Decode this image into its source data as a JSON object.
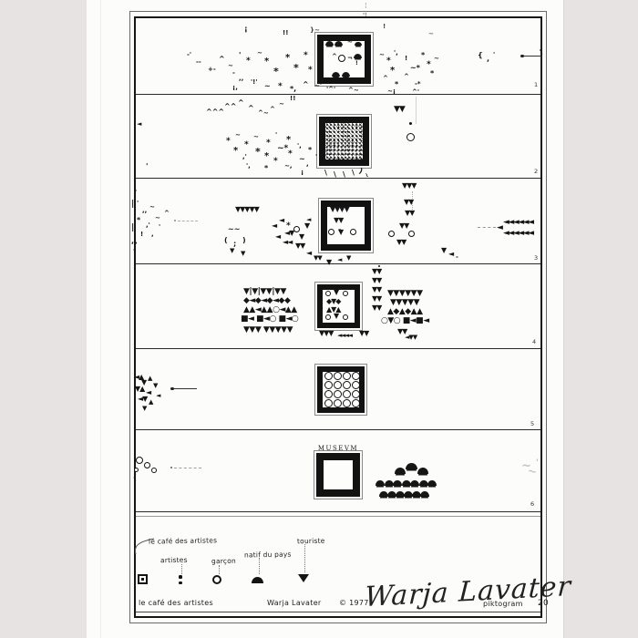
{
  "artwork": {
    "museum_label": "MUSEVM",
    "panels": [
      {
        "number": "1"
      },
      {
        "number": "2"
      },
      {
        "number": "3"
      },
      {
        "number": "4"
      },
      {
        "number": "5"
      },
      {
        "number": "6"
      }
    ],
    "legend": {
      "title": "le café des artistes",
      "title_symbol": "framed-square",
      "items": [
        {
          "label": "artistes",
          "symbol": "two-dots"
        },
        {
          "label": "garçon",
          "symbol": "circle"
        },
        {
          "label": "natif du pays",
          "symbol": "dome"
        },
        {
          "label": "touriste",
          "symbol": "triangle-down"
        }
      ]
    },
    "caption": {
      "left": "le café des artistes",
      "center": "Warja Lavater",
      "copyright": "© 1977",
      "signature": "Warja Lavater",
      "type_label": "piktogram",
      "page_number": "20"
    },
    "colors": {
      "ink": "#161616",
      "paper": "#fcfcfa",
      "surround": "#e6e3e2"
    }
  },
  "marks": {
    "panel1": [
      [
        398,
        14,
        "'¦",
        7,
        0,
        0.7
      ],
      [
        400,
        3,
        "¦",
        7,
        0,
        0.4
      ],
      [
        420,
        26,
        "!",
        7,
        0,
        0.8
      ],
      [
        268,
        28,
        "¡",
        8
      ],
      [
        310,
        33,
        "!!",
        7
      ],
      [
        340,
        30,
        "}~",
        7,
        0,
        0.8
      ],
      [
        470,
        34,
        "~",
        7,
        0,
        0.7
      ],
      [
        205,
        57,
        "-'",
        7
      ],
      [
        215,
        65,
        "--",
        7
      ],
      [
        228,
        73,
        "+-",
        7
      ],
      [
        240,
        61,
        "^",
        8
      ],
      [
        250,
        69,
        "~",
        7
      ],
      [
        262,
        57,
        "'",
        8
      ],
      [
        255,
        77,
        "-",
        7
      ],
      [
        270,
        63,
        "*",
        9
      ],
      [
        282,
        55,
        "~",
        7
      ],
      [
        290,
        63,
        "*",
        10
      ],
      [
        300,
        73,
        "*",
        11
      ],
      [
        313,
        59,
        "*",
        10
      ],
      [
        322,
        69,
        "*",
        11
      ],
      [
        333,
        57,
        "*",
        9
      ],
      [
        338,
        73,
        "*",
        9
      ],
      [
        262,
        83,
        ",,",
        7
      ],
      [
        275,
        87,
        "'!'",
        7
      ],
      [
        290,
        91,
        "~",
        8
      ],
      [
        305,
        91,
        "*",
        9
      ],
      [
        318,
        94,
        "*,",
        8
      ],
      [
        332,
        89,
        "^",
        8
      ],
      [
        345,
        91,
        "~'",
        7
      ],
      [
        255,
        93,
        "¡,",
        7
      ],
      [
        358,
        95,
        "'^'",
        7
      ],
      [
        382,
        96,
        "^~",
        7
      ],
      [
        416,
        57,
        "~",
        7
      ],
      [
        424,
        63,
        "*",
        9
      ],
      [
        432,
        55,
        "',",
        7
      ],
      [
        428,
        73,
        "*",
        10
      ],
      [
        420,
        83,
        "^",
        7
      ],
      [
        433,
        89,
        "*",
        8
      ],
      [
        444,
        61,
        "!",
        7
      ],
      [
        450,
        71,
        "~*",
        8
      ],
      [
        443,
        81,
        "^",
        7
      ],
      [
        455,
        89,
        "-*",
        7
      ],
      [
        462,
        57,
        "*",
        8
      ],
      [
        468,
        67,
        "*",
        9
      ],
      [
        476,
        61,
        "~",
        7
      ],
      [
        472,
        77,
        "*",
        8
      ],
      [
        452,
        98,
        "^'",
        7
      ],
      [
        425,
        97,
        "~¡",
        7
      ],
      [
        524,
        57,
        "{",
        8
      ],
      [
        534,
        61,
        ",",
        8
      ],
      [
        541,
        57,
        "'",
        7
      ],
      [
        574,
        61,
        "@dotline:20"
      ],
      [
        592,
        55,
        ")",
        9,
        -12,
        0.85
      ],
      [
        357,
        45,
        "@dome:9"
      ],
      [
        367,
        45,
        "@dome:9"
      ],
      [
        381,
        43,
        "~'",
        7
      ],
      [
        389,
        46,
        "@dome:8"
      ],
      [
        364,
        59,
        "^",
        7
      ],
      [
        371,
        60,
        "@ring:8"
      ],
      [
        381,
        61,
        "¬",
        7
      ],
      [
        388,
        59,
        "@dome:9"
      ],
      [
        390,
        67,
        "!",
        6
      ],
      [
        364,
        79,
        "@dome:9"
      ],
      [
        375,
        79,
        "@dome:9"
      ]
    ],
    "panel2": [
      [
        226,
        119,
        "^^^",
        8
      ],
      [
        246,
        113,
        "^^",
        8
      ],
      [
        261,
        109,
        "^",
        8
      ],
      [
        318,
        105,
        "!!",
        7
      ],
      [
        272,
        115,
        "^",
        8
      ],
      [
        283,
        121,
        "^~",
        7
      ],
      [
        296,
        117,
        "^",
        7
      ],
      [
        306,
        111,
        "~",
        7
      ],
      [
        150,
        133,
        "◄",
        7
      ],
      [
        160,
        179,
        "'",
        8
      ],
      [
        248,
        151,
        "*",
        9
      ],
      [
        258,
        145,
        "~",
        7
      ],
      [
        256,
        161,
        "*",
        10
      ],
      [
        268,
        155,
        "*",
        9
      ],
      [
        266,
        169,
        ",'",
        7
      ],
      [
        278,
        147,
        "~",
        7
      ],
      [
        280,
        161,
        "*",
        11
      ],
      [
        292,
        153,
        "*",
        9
      ],
      [
        290,
        167,
        "*",
        10
      ],
      [
        302,
        145,
        "'",
        7
      ],
      [
        304,
        159,
        "~*",
        9
      ],
      [
        300,
        173,
        "*",
        9
      ],
      [
        314,
        149,
        "*",
        10
      ],
      [
        316,
        165,
        "*",
        9
      ],
      [
        326,
        157,
        "',",
        7
      ],
      [
        328,
        171,
        "~",
        8
      ],
      [
        338,
        161,
        "*",
        8
      ],
      [
        336,
        177,
        ",",
        7
      ],
      [
        346,
        169,
        "'",
        7
      ],
      [
        312,
        179,
        "~,",
        7
      ],
      [
        290,
        181,
        "*",
        8
      ],
      [
        270,
        179,
        "',",
        7
      ],
      [
        330,
        186,
        "¡",
        7
      ],
      [
        356,
        186,
        "\\",
        8
      ],
      [
        366,
        188,
        "\\",
        8
      ],
      [
        376,
        188,
        "\\",
        8
      ],
      [
        386,
        186,
        "\\",
        8
      ],
      [
        394,
        184,
        ")",
        8,
        20
      ],
      [
        399,
        189,
        "~",
        7,
        60
      ],
      [
        456,
        106,
        "@vline:30",
        0,
        0,
        0.25
      ],
      [
        432,
        116,
        "▼▼",
        9,
        0,
        1,
        -1
      ],
      [
        449,
        134,
        "@dot:3"
      ],
      [
        446,
        146,
        "@ring:9"
      ]
    ],
    "panel3": [
      [
        144,
        220,
        "|",
        9
      ],
      [
        144,
        246,
        "|",
        9
      ],
      [
        144,
        261,
        ",",
        8
      ],
      [
        148,
        208,
        "'",
        7
      ],
      [
        150,
        220,
        "'",
        7
      ],
      [
        156,
        228,
        ",,",
        7
      ],
      [
        164,
        224,
        "~",
        7
      ],
      [
        150,
        238,
        "*",
        8
      ],
      [
        160,
        244,
        ",'",
        7
      ],
      [
        170,
        236,
        "~",
        7
      ],
      [
        154,
        254,
        "!",
        7
      ],
      [
        166,
        254,
        ",",
        7
      ],
      [
        174,
        246,
        "'",
        7
      ],
      [
        180,
        231,
        "^",
        7
      ],
      [
        148,
        262,
        ",",
        7
      ],
      [
        146,
        273,
        "'",
        7
      ],
      [
        191,
        241,
        "@dot:2",
        0,
        0,
        0.5
      ],
      [
        195,
        242,
        "@dashline:22",
        0,
        0,
        0.45
      ],
      [
        258,
        226,
        "▼▼▼▼▼",
        8,
        0,
        1,
        -1
      ],
      [
        250,
        248,
        "~~",
        8
      ],
      [
        246,
        260,
        "(",
        8
      ],
      [
        256,
        264,
        ";",
        8
      ],
      [
        266,
        260,
        ")",
        8
      ],
      [
        252,
        272,
        "▼",
        7
      ],
      [
        264,
        275,
        "▼",
        7
      ],
      [
        298,
        244,
        "◄",
        8
      ],
      [
        306,
        238,
        "◄",
        8
      ],
      [
        314,
        244,
        "*",
        9
      ],
      [
        322,
        248,
        "@ring:7"
      ],
      [
        312,
        252,
        "◄▼",
        8,
        0,
        1,
        -1
      ],
      [
        328,
        256,
        "▼",
        8
      ],
      [
        334,
        244,
        "▼",
        8
      ],
      [
        302,
        256,
        "◄",
        8
      ],
      [
        310,
        262,
        "◄◄",
        8,
        0,
        1,
        -1
      ],
      [
        324,
        266,
        "▼▼",
        8,
        0,
        1,
        -1
      ],
      [
        336,
        238,
        "◄",
        7
      ],
      [
        336,
        274,
        "◄",
        8
      ],
      [
        344,
        280,
        "▼▼",
        7,
        0,
        1,
        -1
      ],
      [
        358,
        284,
        "▼",
        8
      ],
      [
        370,
        282,
        "◄",
        7
      ],
      [
        380,
        280,
        "▼",
        7
      ],
      [
        441,
        200,
        "▼▼▼",
        8,
        0,
        1,
        -1
      ],
      [
        452,
        210,
        "@dotvline:24",
        0,
        0,
        0.5
      ],
      [
        443,
        218,
        "▼▼",
        8,
        0,
        1,
        -1
      ],
      [
        444,
        230,
        "▼▼",
        8,
        0,
        1,
        -1
      ],
      [
        438,
        244,
        "▼▼",
        8,
        0,
        1,
        -1
      ],
      [
        426,
        253,
        "@ring:7"
      ],
      [
        448,
        253,
        "@ring:7"
      ],
      [
        435,
        262,
        "▼▼",
        8,
        0,
        1,
        -1
      ],
      [
        524,
        249,
        "@dashline:20",
        0,
        0,
        0.6
      ],
      [
        545,
        246,
        "◄",
        9
      ],
      [
        552,
        240,
        "◄◄◄◄◄◄",
        9,
        0,
        1,
        -1.5
      ],
      [
        552,
        252,
        "◄◄◄◄◄◄",
        9,
        0,
        1,
        -1.5
      ],
      [
        484,
        271,
        "▼",
        8
      ],
      [
        492,
        275,
        "◄",
        8
      ],
      [
        500,
        279,
        "-",
        7
      ],
      [
        362,
        226,
        "▼▼▼▼",
        8,
        0,
        1,
        -1
      ],
      [
        366,
        238,
        "▼▼",
        8,
        0,
        1,
        -1
      ],
      [
        360,
        251,
        "@ring:7"
      ],
      [
        371,
        248,
        "-",
        8
      ],
      [
        371,
        251,
        "▼",
        8
      ],
      [
        384,
        251,
        "@ring:7"
      ]
    ],
    "panel4": [
      [
        267,
        316,
        "▼|▼|▼▼|▼▼",
        9,
        0,
        1,
        -0.5
      ],
      [
        267,
        326,
        "◆◄◆◄◆◄◆◆",
        9,
        0,
        1,
        -0.5
      ],
      [
        267,
        336,
        "▲▲◄▲▲○◄▲▲",
        9,
        0,
        1,
        -0.5
      ],
      [
        264,
        346,
        "■◄ ■◄○ ■◄○",
        9,
        0,
        1,
        -0.5
      ],
      [
        267,
        358,
        "▼▼▼ ▼▼▼▼▼",
        9,
        0,
        1,
        -0.5
      ],
      [
        415,
        291,
        "@dot:2"
      ],
      [
        408,
        294,
        "▼▼",
        8,
        0,
        1,
        -1
      ],
      [
        408,
        304,
        "▼▼",
        8,
        0,
        1,
        -1
      ],
      [
        408,
        314,
        "▼▼",
        8,
        0,
        1,
        -1
      ],
      [
        408,
        324,
        "▼▼",
        8,
        0,
        1,
        -1
      ],
      [
        408,
        334,
        "▼▼",
        8,
        0,
        1,
        -1
      ],
      [
        425,
        318,
        "▼▼▼▼▼▼",
        9,
        0,
        1,
        -0.5
      ],
      [
        428,
        328,
        "▼▼▼▼▼",
        9,
        0,
        1,
        -0.5
      ],
      [
        425,
        338,
        "▲◆▲◆▲▲",
        9,
        0,
        1,
        -0.5
      ],
      [
        418,
        348,
        "○▼○ ■◄■◄",
        9,
        0,
        1,
        -0.5
      ],
      [
        436,
        360,
        "▼▼",
        8,
        0,
        1,
        -1
      ],
      [
        444,
        367,
        "◄▼▼",
        7,
        0,
        1,
        -1
      ],
      [
        350,
        362,
        "▼▼▼",
        8,
        0,
        1,
        -1
      ],
      [
        370,
        365,
        "◄◄◄◄",
        7,
        0,
        1,
        -1.5
      ],
      [
        394,
        362,
        "▼▼",
        8,
        0,
        1,
        -1
      ],
      [
        357,
        319,
        "@ring:6"
      ],
      [
        366,
        317,
        "▼",
        8
      ],
      [
        376,
        319,
        "@ring:6"
      ],
      [
        358,
        327,
        "◆▼◆",
        8,
        0,
        1,
        -1
      ],
      [
        358,
        336,
        "▲▼▲",
        8,
        0,
        1,
        -1
      ],
      [
        357,
        345,
        "@ring:6"
      ],
      [
        366,
        343,
        "▼",
        8
      ],
      [
        376,
        345,
        "@ring:6"
      ]
    ],
    "panel5": [
      [
        147,
        410,
        "◄▲",
        8,
        0,
        1,
        -1
      ],
      [
        155,
        416,
        "▼",
        8
      ],
      [
        162,
        412,
        "▲",
        7
      ],
      [
        148,
        423,
        "▼▲",
        8,
        0,
        1,
        -1
      ],
      [
        160,
        427,
        "◄",
        8
      ],
      [
        168,
        420,
        "▼",
        7
      ],
      [
        151,
        434,
        "◄▼",
        8,
        0,
        1,
        -1
      ],
      [
        163,
        438,
        "▲",
        7
      ],
      [
        171,
        431,
        "◄",
        7
      ],
      [
        156,
        445,
        "▼",
        7
      ],
      [
        190,
        426,
        "@dotline:26"
      ],
      [
        356,
        408,
        "@ring:9"
      ],
      [
        366,
        408,
        "@ring:9"
      ],
      [
        376,
        408,
        "@ring:9"
      ],
      [
        386,
        408,
        "@ring:9"
      ],
      [
        356,
        418,
        "@ring:9"
      ],
      [
        366,
        418,
        "@ring:9"
      ],
      [
        376,
        418,
        "@ring:9"
      ],
      [
        386,
        418,
        "@ring:9"
      ],
      [
        356,
        428,
        "@ring:9"
      ],
      [
        366,
        428,
        "@ring:9"
      ],
      [
        376,
        428,
        "@ring:9"
      ],
      [
        386,
        428,
        "@ring:9"
      ],
      [
        356,
        438,
        "@ring:9"
      ],
      [
        366,
        438,
        "@ring:9"
      ],
      [
        376,
        438,
        "@ring:9"
      ],
      [
        386,
        438,
        "@ring:9"
      ]
    ],
    "panel6": [
      [
        149,
        501,
        "@ring:8"
      ],
      [
        158,
        507,
        "@ring:7"
      ],
      [
        166,
        513,
        "@ring:6"
      ],
      [
        147,
        513,
        "@ring:5"
      ],
      [
        146,
        521,
        "(",
        9,
        0,
        0.8
      ],
      [
        187,
        512,
        "@dot:2",
        0,
        0,
        0.7
      ],
      [
        191,
        513,
        "@dashline:30",
        0,
        0,
        0.55
      ],
      [
        433,
        513,
        "@dome:12"
      ],
      [
        445,
        508,
        "@dome:13"
      ],
      [
        458,
        513,
        "@dome:12"
      ],
      [
        412,
        527,
        "@dome:10"
      ],
      [
        422,
        527,
        "@dome:10"
      ],
      [
        431,
        527,
        "@dome:10"
      ],
      [
        441,
        527,
        "@dome:10"
      ],
      [
        450,
        527,
        "@dome:10"
      ],
      [
        460,
        527,
        "@dome:10"
      ],
      [
        469,
        527,
        "@dome:10"
      ],
      [
        416,
        539,
        "@dome:10"
      ],
      [
        425,
        539,
        "@dome:10"
      ],
      [
        434,
        539,
        "@dome:10"
      ],
      [
        443,
        539,
        "@dome:10"
      ],
      [
        452,
        539,
        "@dome:10"
      ],
      [
        461,
        539,
        "@dome:10"
      ],
      [
        572,
        505,
        "~",
        13,
        0,
        0.25
      ],
      [
        579,
        511,
        "~",
        12,
        12,
        0.25
      ],
      [
        588,
        504,
        "'",
        9,
        0,
        0.3
      ]
    ]
  }
}
